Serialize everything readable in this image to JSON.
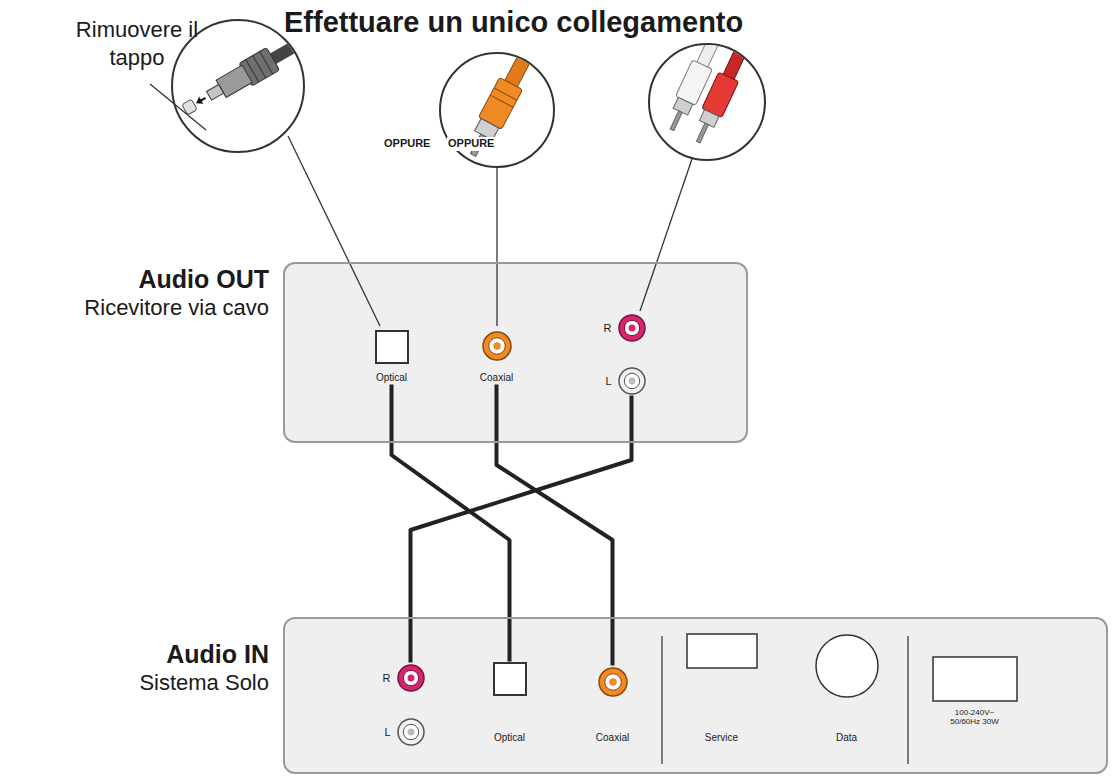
{
  "diagram": {
    "title": "Effettuare un unico collegamento",
    "nodes": [
      {
        "text": [
          "Audio OUT",
          "Ricevitore via cavo"
        ]
      },
      {
        "text": [
          "Optical"
        ],
        "in": 0
      },
      {
        "text": [
          "Coaxial"
        ],
        "in": 0
      },
      {
        "text": [
          "R",
          "L"
        ],
        "in": 0
      },
      {
        "text": [
          "Audio IN",
          "Sistema Solo"
        ]
      },
      {
        "text": [
          "R",
          "L"
        ],
        "in": 4
      },
      {
        "text": [
          "Optical"
        ],
        "in": 4
      },
      {
        "text": [
          "Coaxial"
        ],
        "in": 4
      },
      {
        "text": [
          "Service"
        ],
        "in": 4
      },
      {
        "text": [
          "Data"
        ],
        "in": 4
      },
      {
        "text": [
          "100-240V~ 50/60Hz 30W"
        ],
        "in": 4
      }
    ],
    "edges": [
      {
        "from": 1,
        "to": 6,
        "arrow": "none"
      },
      {
        "from": 2,
        "to": 7,
        "arrow": "none"
      },
      {
        "from": 3,
        "to": 5,
        "arrow": "none"
      }
    ],
    "labels": [
      "Rimuovere il tappo",
      "OPPURE",
      "OPPURE"
    ]
  }
}
